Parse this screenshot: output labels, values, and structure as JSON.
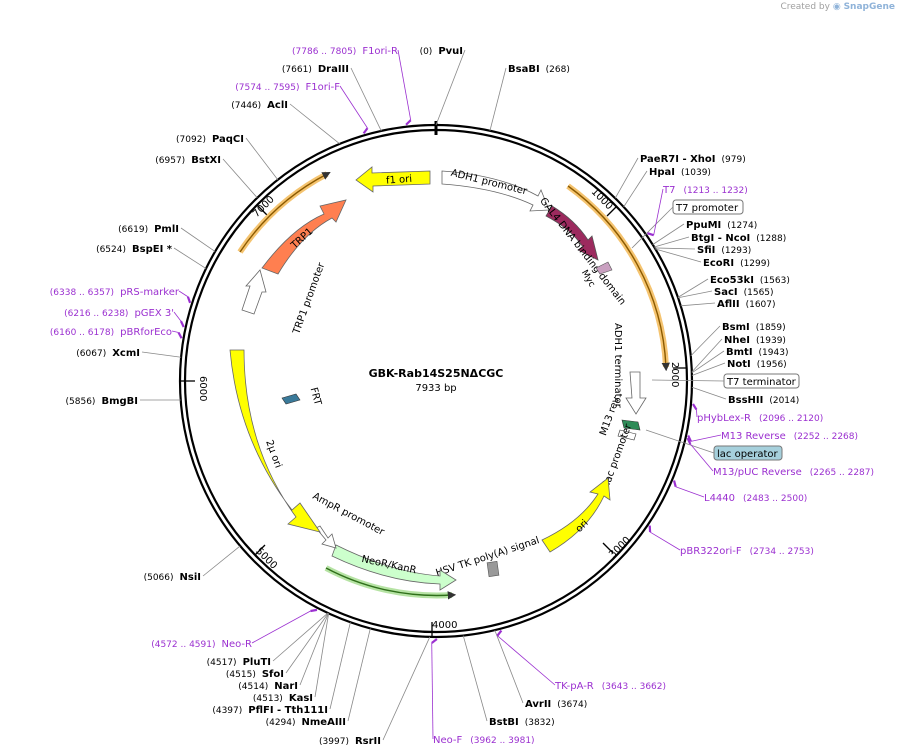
{
  "app": {
    "credit_prefix": "Created by",
    "credit_brand": "SnapGene"
  },
  "map": {
    "name": "GBK-Rab14S25NΔCGC",
    "length_label": "7933 bp",
    "total_bp": 7933,
    "tick_labels": [
      "1000",
      "2000",
      "3000",
      "4000",
      "5000",
      "6000",
      "7000"
    ],
    "colors": {
      "enzyme_text": "#000000",
      "primer": "#9b30d0",
      "leader_line": "#888888",
      "yellow_feature": "#ffff00",
      "orange_feature": "#ff7f50",
      "promoter_feature": "#ffffff",
      "gal4_feature": "#9c2a5e",
      "neo_feature": "#ccffcc",
      "orf_highlight": "#f5c470",
      "lac_operator_fill": "#a6d0dc"
    }
  },
  "enzymes_right": [
    {
      "name": "BsaBI",
      "pos": "(268)"
    },
    {
      "name": "PaeR7I  - XhoI",
      "pos": "(979)"
    },
    {
      "name": "HpaI",
      "pos": "(1039)"
    },
    {
      "name": "BtgI  - NcoI",
      "pos": "(1288)"
    },
    {
      "name": "PpuMI",
      "pos": "(1274)"
    },
    {
      "name": "SfiI",
      "pos": "(1293)"
    },
    {
      "name": "EcoRI",
      "pos": "(1299)"
    },
    {
      "name": "Eco53kI",
      "pos": "(1563)"
    },
    {
      "name": "SacI",
      "pos": "(1565)"
    },
    {
      "name": "AflII",
      "pos": "(1607)"
    },
    {
      "name": "BsmI",
      "pos": "(1859)"
    },
    {
      "name": "NheI",
      "pos": "(1939)"
    },
    {
      "name": "BmtI",
      "pos": "(1943)"
    },
    {
      "name": "NotI",
      "pos": "(1956)"
    },
    {
      "name": "BssHII",
      "pos": "(2014)"
    },
    {
      "name": "AvrII",
      "pos": "(3674)"
    },
    {
      "name": "BstBI",
      "pos": "(3832)"
    }
  ],
  "enzymes_left": [
    {
      "name": "PvuI",
      "pos": "(0)"
    },
    {
      "name": "DraIII",
      "pos": "(7661)"
    },
    {
      "name": "AclI",
      "pos": "(7446)"
    },
    {
      "name": "PaqCI",
      "pos": "(7092)"
    },
    {
      "name": "BstXI",
      "pos": "(6957)"
    },
    {
      "name": "PmlI",
      "pos": "(6619)"
    },
    {
      "name": "BspEI *",
      "pos": "(6524)"
    },
    {
      "name": "XcmI",
      "pos": "(6067)"
    },
    {
      "name": "BmgBI",
      "pos": "(5856)"
    },
    {
      "name": "NsiI",
      "pos": "(5066)"
    },
    {
      "name": "PluTI",
      "pos": "(4517)"
    },
    {
      "name": "SfoI",
      "pos": "(4515)"
    },
    {
      "name": "NarI",
      "pos": "(4514)"
    },
    {
      "name": "KasI",
      "pos": "(4513)"
    },
    {
      "name": "PflFI  - Tth111I",
      "pos": "(4397)"
    },
    {
      "name": "NmeAIII",
      "pos": "(4294)"
    },
    {
      "name": "RsrII",
      "pos": "(3997)"
    }
  ],
  "primers": [
    {
      "name": "F1ori-R",
      "range": "(7786 .. 7805)"
    },
    {
      "name": "F1ori-F",
      "range": "(7574 .. 7595)"
    },
    {
      "name": "T7",
      "range": "(1213 .. 1232)"
    },
    {
      "name": "pRS-marker",
      "range": "(6338 .. 6357)"
    },
    {
      "name": "pGEX 3'",
      "range": "(6216 .. 6238)"
    },
    {
      "name": "pBRforEco",
      "range": "(6160 .. 6178)"
    },
    {
      "name": "pHybLex-R",
      "range": "(2096 .. 2120)"
    },
    {
      "name": "M13 Reverse",
      "range": "(2252 .. 2268)"
    },
    {
      "name": "M13/pUC Reverse",
      "range": "(2265 .. 2287)"
    },
    {
      "name": "L4440",
      "range": "(2483 .. 2500)"
    },
    {
      "name": "pBR322ori-F",
      "range": "(2734 .. 2753)"
    },
    {
      "name": "Neo-R",
      "range": "(4572 .. 4591)"
    },
    {
      "name": "TK-pA-R",
      "range": "(3643 .. 3662)"
    },
    {
      "name": "Neo-F",
      "range": "(3962 .. 3981)"
    }
  ],
  "boxed_features": {
    "t7_promoter": "T7 promoter",
    "t7_terminator": "T7 terminator",
    "lac_operator": "lac operator"
  },
  "features": {
    "f1_ori": "f1 ori",
    "adh1_promoter": "ADH1 promoter",
    "gal4": "GAL4 DNA binding domain",
    "myc": "Myc",
    "adh1_terminator": "ADH1 terminator",
    "m13_rev": "M13 rev",
    "lac_promoter": "lac promoter",
    "ori": "ori",
    "hsv_tk": "HSV TK poly(A) signal",
    "neo": "NeoR/KanR",
    "ampr_promoter": "AmpR promoter",
    "two_micron": "2μ ori",
    "frt": "FRT",
    "trp1_promoter": "TRP1 promoter",
    "trp1": "TRP1"
  }
}
